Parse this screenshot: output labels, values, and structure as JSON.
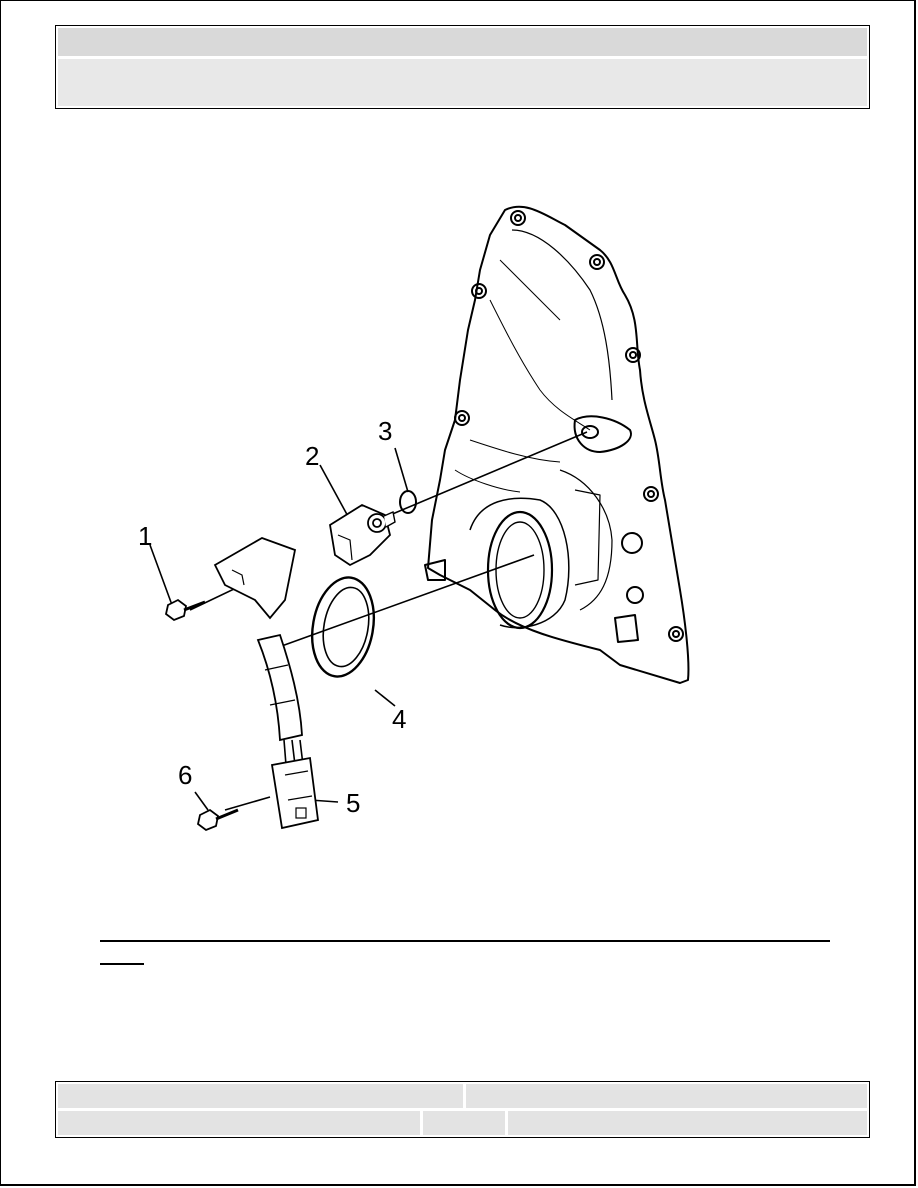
{
  "figure": {
    "callouts": [
      "1",
      "2",
      "3",
      "4",
      "5",
      "6"
    ]
  }
}
